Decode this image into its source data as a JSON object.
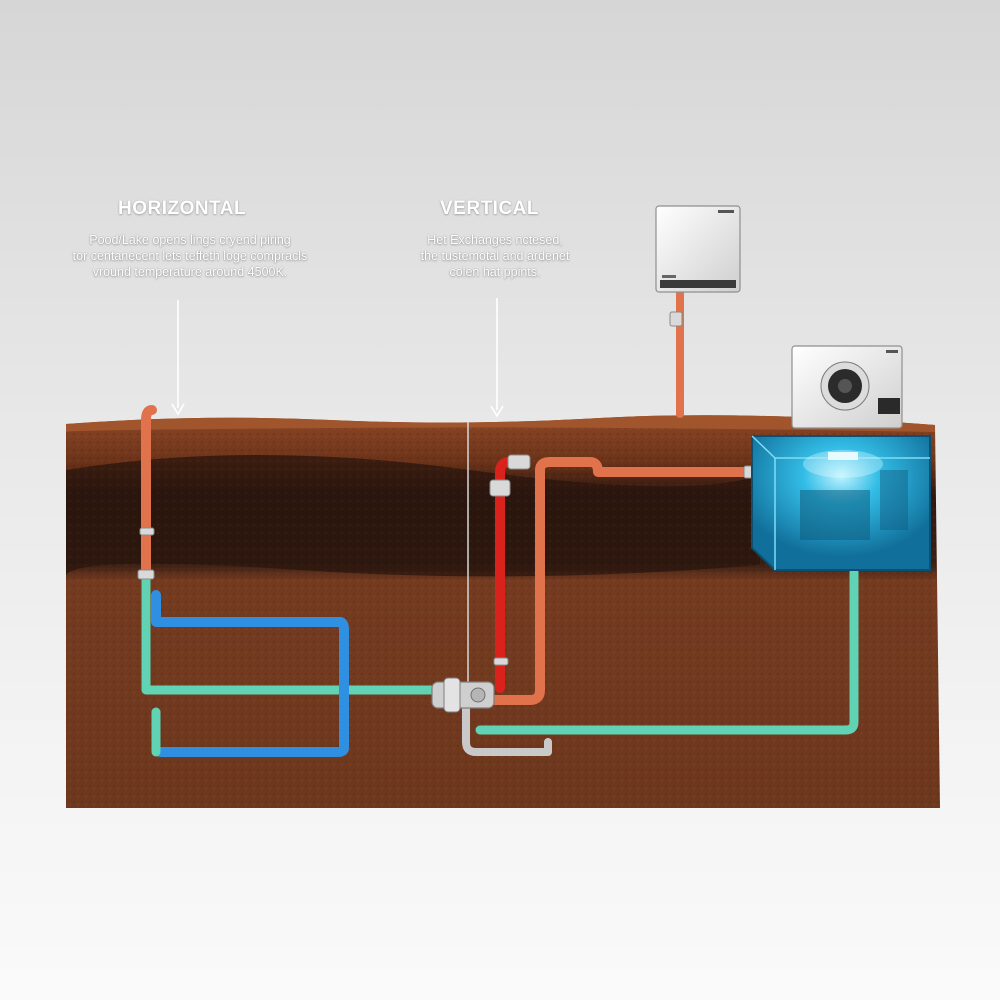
{
  "labels": {
    "horizontal": {
      "title": "HORIZONTAL",
      "lines": [
        "Pood/Lake opens lings cryend piring",
        "tor centanecent lets teffeth loge compracls",
        "vround temperature around 4500K."
      ]
    },
    "vertical": {
      "title": "VERTICAL",
      "lines": [
        "Het Exchanges nctesed,",
        "the tustemotal and ardenet",
        "colen hat ppints."
      ]
    }
  },
  "colors": {
    "topsoil": "#8a4424",
    "dark_soil": "#3a1f14",
    "subsoil": "#7a3d22",
    "copper_pipe": "#e0734c",
    "red_pipe": "#d9221c",
    "blue_pipe": "#2f8fe0",
    "teal_pipe": "#5fd3b4",
    "tank": "#1fa7d6",
    "unit": "#f1f1f1"
  },
  "icons": [
    "arrow-down-icon",
    "speaker-icon",
    "valve-icon"
  ]
}
